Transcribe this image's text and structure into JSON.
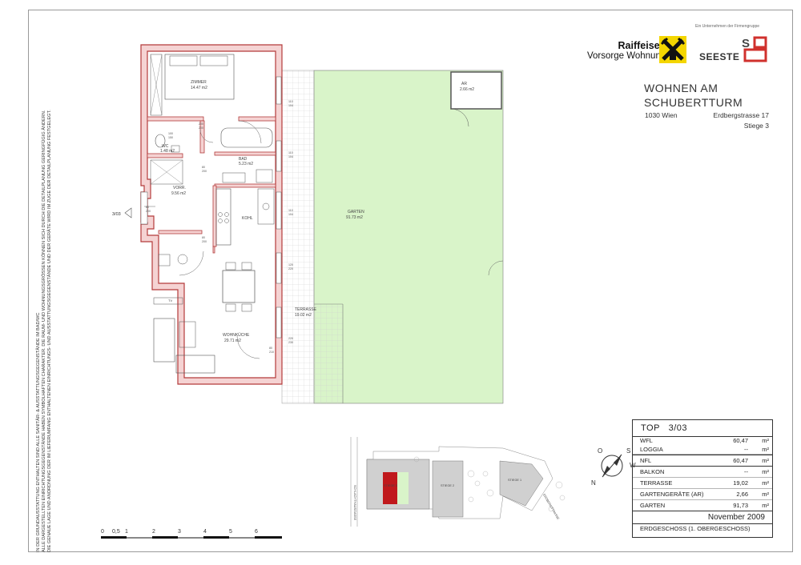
{
  "disclaimer_lines": [
    "IN DER GRUNDAUSSTATTUNG ENTHALTEN SIND ALLE SANITÄR- & AUSSTATTUNGSGEGENSTÄNDE IM BAD/WC",
    "ALLE DARGESTELLTEN EINRICHTUNGSGEGENSTÄNDE HABEN SYMBOLHAFTEN CHARAKTER. DIE RAUM- UND WOHNUNGSGRÖSSEN KÖNNEN SICH DURCH DIE DETAILPLANUNG GERINGFÜGIG ÄNDERN.",
    "DIE GENAUE LAGE UND ANORDNUNG DER IM LIEFERUMFANG ENTHALTENEN EINRICHTUNGS- UND AUSSTATTUNGSGEGENSTÄNDE UND DER GERÄTE WIRD IM ZUGE DER DETAILPLANUNG FESTGELEGT."
  ],
  "branding": {
    "group_note": "Ein Unternehmen der Firmengruppe",
    "raiffeisen_line1": "Raiffeisen",
    "raiffeisen_line2": "Vorsorge Wohnung",
    "seeste": "SEESTE"
  },
  "project": {
    "title_line1": "WOHNEN AM",
    "title_line2": "SCHUBERTTURM",
    "city": "1030 Wien",
    "street": "Erdbergstrasse 17",
    "stiege": "Stiege 3"
  },
  "rooms": {
    "zimmer": {
      "name": "ZIMMER",
      "area": "14.47 m2"
    },
    "wc": {
      "name": "WC",
      "area": "1.48 m2"
    },
    "bad": {
      "name": "BAD",
      "area": "5.23 m2"
    },
    "vorr": {
      "name": "VORR.",
      "area": "9.56 m2"
    },
    "kochen": {
      "name": "KOHL"
    },
    "wohnkueche": {
      "name": "WOHNKÜCHE",
      "area": "29.71 m2"
    },
    "terrasse": {
      "name": "TERRASSE",
      "area": "19.02 m2"
    },
    "garten": {
      "name": "GARTEN",
      "area": "91.73 m2"
    },
    "ar": {
      "name": "AR",
      "area": "2.66 m2"
    },
    "tv": {
      "name": "TV"
    }
  },
  "plan_marks": {
    "entrance": "3/03",
    "dims": [
      "200",
      "200",
      "100",
      "150",
      "80",
      "200",
      "80",
      "200",
      "80",
      "200",
      "110",
      "104",
      "110",
      "104",
      "110",
      "104",
      "120",
      "220",
      "80",
      "210",
      "220",
      "230"
    ]
  },
  "site_labels": {
    "street_left": "SCHLACHTHAUSGASSE",
    "street_right": "ERDBERGSTRASSE",
    "stiege3": "STIEGE 3",
    "stiege2": "STIEGE 2",
    "stiege1": "STIEGE 1"
  },
  "compass": {
    "n": "N",
    "s": "S",
    "o": "O",
    "w": "W"
  },
  "scale": {
    "labels": [
      "0",
      "0,5",
      "1",
      "2",
      "3",
      "4",
      "5",
      "6"
    ]
  },
  "summary": {
    "top_label": "TOP",
    "top_number": "3/03",
    "rows": [
      {
        "label": "WFL",
        "value": "60,47",
        "unit": "m²"
      },
      {
        "label": "LOGGIA",
        "value": "--",
        "unit": "m²"
      },
      {
        "label": "NFL",
        "value": "60,47",
        "unit": "m²"
      },
      {
        "label": "BALKON",
        "value": "--",
        "unit": "m²"
      },
      {
        "label": "TERRASSE",
        "value": "19,02",
        "unit": "m²"
      },
      {
        "label": "GARTENGERÄTE (AR)",
        "value": "2,66",
        "unit": "m²"
      },
      {
        "label": "GARTEN",
        "value": "91,73",
        "unit": "m²"
      }
    ],
    "date": "November 2009",
    "level": "ERDGESCHOSS (1. OBERGESCHOSS)"
  }
}
